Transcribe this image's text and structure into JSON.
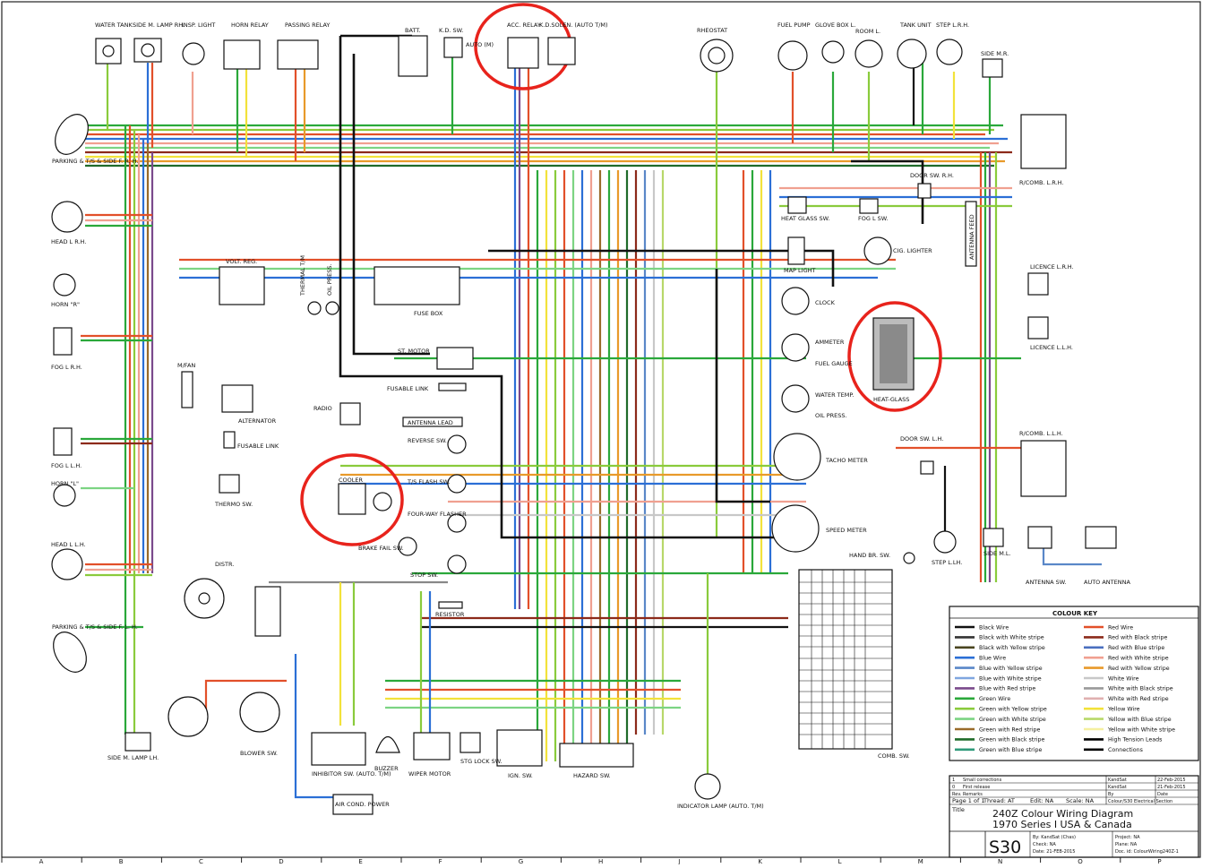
{
  "labels": {
    "water_tank": "WATER TANK",
    "side_m_lamp_rh": "SIDE M. LAMP RH.",
    "insp_light": "INSP. LIGHT",
    "horn_relay": "HORN RELAY",
    "passing_relay": "PASSING RELAY",
    "batt": "BATT.",
    "kd_sw": "K.D. SW.",
    "auto_m": "AUTO (M)",
    "acc_relay": "ACC. RELAY",
    "kd_solen": "K.D.SOLEN. (AUTO T/M)",
    "rheostat": "RHEOSTAT",
    "fuel_pump": "FUEL PUMP",
    "glove_box_l": "GLOVE BOX L.",
    "room_l": "ROOM L.",
    "tank_unit": "TANK UNIT",
    "step_lrh": "STEP L.R.H.",
    "side_mr": "SIDE M.R.",
    "parking_ts_side_frh": "PARKING & T/S & SIDE F. R. H.",
    "head_l_rh": "HEAD L R.H.",
    "horn_r": "HORN \"R\"",
    "fog_l_rh": "FOG L R.H.",
    "m_fan": "M/FAN",
    "volt_reg": "VOLT. REG.",
    "thermal_tm": "THERMAL T/M",
    "oil_press_sw": "OIL PRESS.",
    "fuse_box": "FUSE BOX",
    "st_motor": "ST. MOTOR",
    "fusable_link": "FUSABLE LINK",
    "radio": "RADIO",
    "antenna_lead": "ANTENNA LEAD",
    "alternator": "ALTERNATOR",
    "fusable_link_2": "FUSABLE LINK",
    "fog_l_lh": "FOG L L.H.",
    "horn_l": "HORN \"L\"",
    "thermo_sw": "THERMO SW.",
    "cooler": "COOLER",
    "head_l_lh": "HEAD L L.H.",
    "distr": "DISTR.",
    "parking_ts_side_flh": "PARKING & T/S & SIDE F. L. H.",
    "side_m_lamp_lh": "SIDE M. LAMP LH.",
    "blower_sw": "BLOWER SW.",
    "inhibitor_sw": "INHIBITOR SW. (AUTO. T/M)",
    "air_cond_power": "AIR COND. POWER",
    "buzzer": "BUZZER",
    "wiper_motor": "WIPER MOTOR",
    "stg_lock_sw": "STG LOCK SW.",
    "ign_sw": "IGN. SW.",
    "hazard_sw": "HAZARD SW.",
    "indicator_lamp": "INDICATOR LAMP (AUTO. T/M)",
    "reverse_sw": "REVERSE SW.",
    "ts_flash_sw": "T/S FLASH SW.",
    "four_way_flasher": "FOUR-WAY FLASHER",
    "brake_fail_sw": "BRAKE FAIL SW.",
    "stop_sw": "STOP SW.",
    "resistor": "RESISTOR",
    "heat_glass_sw": "HEAT GLASS SW.",
    "fog_l_sw": "FOG L SW.",
    "map_light": "MAP LIGHT",
    "cig_lighter": "CIG. LIGHTER",
    "clock": "CLOCK",
    "ammeter": "AMMETER",
    "fuel_gauge": "FUEL GAUGE",
    "water_temp": "WATER TEMP.",
    "oil_press": "OIL PRESS.",
    "tacho_meter": "TACHO METER",
    "speed_meter": "SPEED METER",
    "hand_br_sw": "HAND BR. SW.",
    "door_sw_rh": "DOOR SW. R.H.",
    "door_sw_lh": "DOOR SW. L.H.",
    "heat_glass": "HEAT-GLASS",
    "antenna_feed": "ANTENNA FEED",
    "r_comb_lrh": "R/COMB. L.R.H.",
    "licence_lrh": "LICENCE L.R.H.",
    "licence_llh": "LICENCE L.L.H.",
    "r_comb_llh": "R/COMB. L.L.H.",
    "step_llh": "STEP L.LH.",
    "side_ml": "SIDE M.L.",
    "antenna_sw": "ANTENNA SW.",
    "auto_antenna": "AUTO ANTENNA",
    "comb_sw": "COMB. SW."
  },
  "colour_key": {
    "title": "COLOUR KEY",
    "left": [
      {
        "label": "Black Wire",
        "color": "#111111"
      },
      {
        "label": "Black with White stripe",
        "color": "#333333"
      },
      {
        "label": "Black with Yellow stripe",
        "color": "#4a4620"
      },
      {
        "label": "Blue Wire",
        "color": "#2b6fd6"
      },
      {
        "label": "Blue with Yellow stripe",
        "color": "#5a87c8"
      },
      {
        "label": "Blue with White stripe",
        "color": "#7fa6df"
      },
      {
        "label": "Blue with Red stripe",
        "color": "#7a4a8c"
      },
      {
        "label": "Green Wire",
        "color": "#2aa83a"
      },
      {
        "label": "Green with Yellow stripe",
        "color": "#8acb3c"
      },
      {
        "label": "Green with White stripe",
        "color": "#7cd483"
      },
      {
        "label": "Green with Red stripe",
        "color": "#9a6b2a"
      },
      {
        "label": "Green with Black stripe",
        "color": "#1f6b2a"
      },
      {
        "label": "Green with Blue stripe",
        "color": "#2f9a7a"
      }
    ],
    "right": [
      {
        "label": "Red Wire",
        "color": "#e2502a"
      },
      {
        "label": "Red with Black stripe",
        "color": "#8c2a1a"
      },
      {
        "label": "Red with Blue stripe",
        "color": "#4a6fbf"
      },
      {
        "label": "Red with White stripe",
        "color": "#f0a090"
      },
      {
        "label": "Red with Yellow stripe",
        "color": "#e89a2a"
      },
      {
        "label": "White Wire",
        "color": "#c8c8c8"
      },
      {
        "label": "White with Black stripe",
        "color": "#9a9a9a"
      },
      {
        "label": "White with Red stripe",
        "color": "#e0b0b0"
      },
      {
        "label": "Yellow Wire",
        "color": "#f2e23a"
      },
      {
        "label": "Yellow with Blue stripe",
        "color": "#b8d86a"
      },
      {
        "label": "Yellow with White stripe",
        "color": "#f5f0a0"
      },
      {
        "label": "High Tension Leads",
        "color": "#000000"
      },
      {
        "label": "Connections",
        "color": "#000000"
      }
    ]
  },
  "title_block": {
    "rev_rows": [
      [
        "1",
        "Small corrections",
        "KandSat",
        "22-Feb-2015"
      ],
      [
        "0",
        "First release",
        "KandSat",
        "21-Feb-2015"
      ],
      [
        "Rev.",
        "Remarks",
        "By",
        "Date"
      ]
    ],
    "page_row": [
      "Page 1 of 1",
      "Thread: AT",
      "Edit: NA",
      "Scale: NA",
      "Colour/S30 Electrical Section"
    ],
    "title_label": "Title",
    "title_line1": "240Z Colour Wiring Diagram",
    "title_line2": "1970 Series I USA & Canada",
    "model": "S30",
    "meta": [
      [
        "By: KandSat (Chas)",
        "Project: NA"
      ],
      [
        "Check: NA",
        "Plane: NA"
      ],
      [
        "Date: 21-FEB-2015",
        "Doc. id: ColourWiring240Z-1"
      ]
    ]
  },
  "grid": {
    "bottom": [
      "A",
      "B",
      "C",
      "D",
      "E",
      "F",
      "G",
      "H",
      "J",
      "K",
      "L",
      "M",
      "N",
      "O",
      "P"
    ]
  },
  "annotations": {
    "highlight_color": "#e8231c"
  }
}
